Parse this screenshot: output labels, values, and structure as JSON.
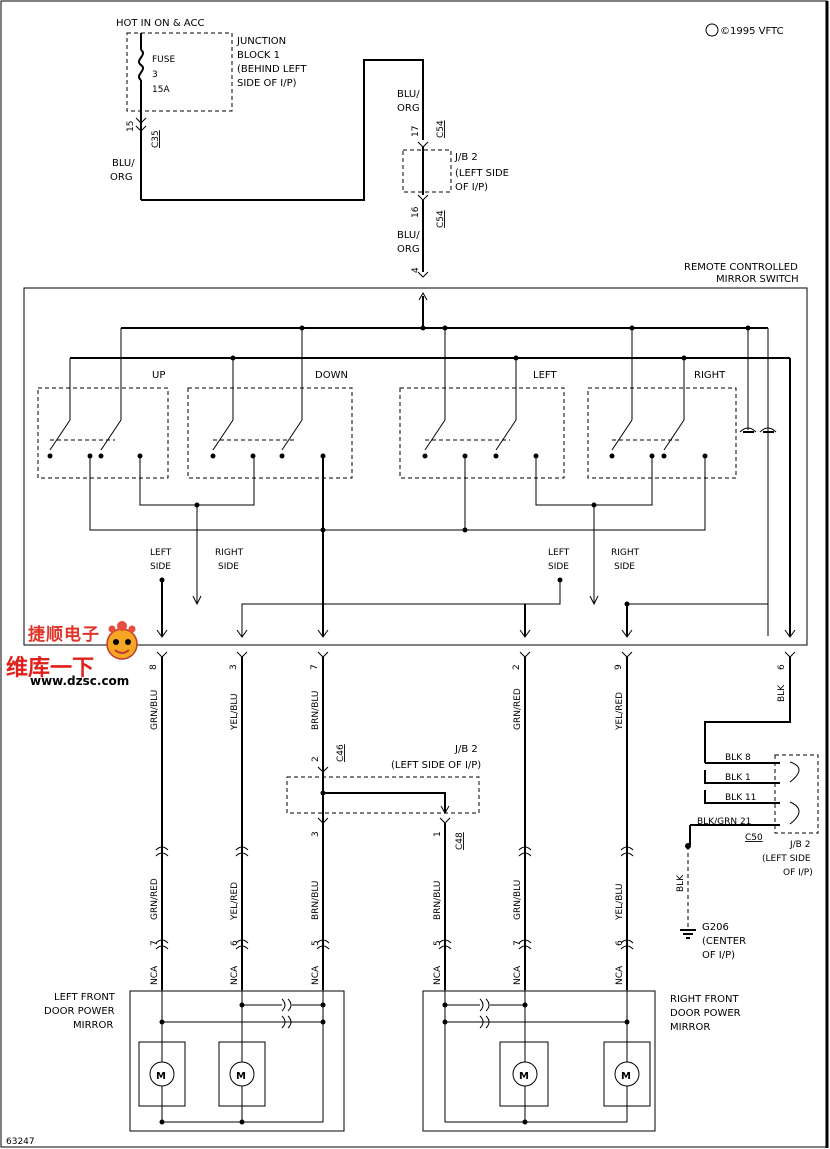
{
  "copyright": "©1995 VFTC",
  "doc_number": "63247",
  "power_source": {
    "label": "HOT IN ON & ACC",
    "fuse_label": "FUSE",
    "fuse_number": "3",
    "fuse_rating": "15A",
    "block_label_1": "JUNCTION",
    "block_label_2": "BLOCK 1",
    "block_label_3": "(BEHIND LEFT",
    "block_label_4": "SIDE OF I/P)",
    "pin": "15",
    "connector": "C35"
  },
  "wires": {
    "blu_1": "BLU/",
    "org_1": "ORG",
    "blu_2": "BLU/",
    "org_2": "ORG",
    "blu_3": "BLU/",
    "org_3": "ORG",
    "grn_blu": "GRN/BLU",
    "yel_blu": "YEL/BLU",
    "brn_blu_1": "BRN/BLU",
    "grn_red_1": "GRN/RED",
    "yel_red_1": "YEL/RED",
    "blk_1": "BLK",
    "grn_red_2": "GRN/RED",
    "yel_red_2": "YEL/RED",
    "brn_blu_2": "BRN/BLU",
    "brn_blu_3": "BRN/BLU",
    "grn_blu_2": "GRN/BLU",
    "yel_blu_2": "YEL/BLU",
    "blk_2": "BLK"
  },
  "jb2_top": {
    "pin_17": "17",
    "pin_16": "16",
    "connector_a": "C54",
    "connector_b": "C54",
    "label_1": "J/B 2",
    "label_2": "(LEFT SIDE",
    "label_3": "OF I/P)",
    "pin_4": "4"
  },
  "switch": {
    "title_1": "REMOTE CONTROLLED",
    "title_2": "MIRROR SWITCH",
    "up": "UP",
    "down": "DOWN",
    "left": "LEFT",
    "right": "RIGHT",
    "left_side_a1": "LEFT",
    "left_side_a2": "SIDE",
    "right_side_a1": "RIGHT",
    "right_side_a2": "SIDE",
    "left_side_b1": "LEFT",
    "left_side_b2": "SIDE",
    "right_side_b1": "RIGHT",
    "right_side_b2": "SIDE",
    "pins": [
      "8",
      "3",
      "7",
      "2",
      "9",
      "6"
    ]
  },
  "jb2_mid": {
    "pin_2": "2",
    "connector_a": "C46",
    "label_1": "J/B 2",
    "label_2": "(LEFT SIDE OF I/P)",
    "pin_3": "3",
    "pin_1": "1",
    "connector_b": "C48"
  },
  "jb2_right": {
    "rows": [
      "BLK  8",
      "BLK  1",
      "BLK  11",
      "BLK/GRN  21"
    ],
    "connector": "C50",
    "label_1": "J/B 2",
    "label_2": "(LEFT SIDE",
    "label_3": "OF I/P)"
  },
  "ground": {
    "name": "G206",
    "loc_1": "(CENTER",
    "loc_2": "OF I/P)"
  },
  "mirror_pins": {
    "left": [
      "7",
      "6",
      "5"
    ],
    "right": [
      "5",
      "7",
      "6"
    ],
    "nca": "NCA"
  },
  "left_mirror": {
    "label_1": "LEFT FRONT",
    "label_2": "DOOR POWER",
    "label_3": "MIRROR"
  },
  "right_mirror": {
    "label_1": "RIGHT FRONT",
    "label_2": "DOOR POWER",
    "label_3": "MIRROR"
  },
  "motor_symbol": "M",
  "watermark": {
    "brand_top": "捷顺电子",
    "brand_cn": "维库一下",
    "url": "www.dzsc.com"
  }
}
